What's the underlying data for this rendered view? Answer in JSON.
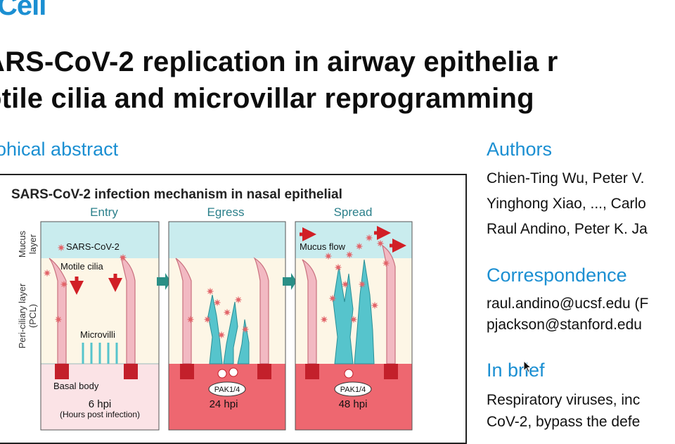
{
  "journal": {
    "logo_text": "Cell"
  },
  "title": {
    "line1": "ARS-CoV-2 replication in airway epithelia r",
    "line2": "otile cilia and microvillar reprogramming"
  },
  "graphical_abstract": {
    "heading": "ohical abstract",
    "figure_title": "SARS-CoV-2 infection mechanism in nasal epithelial",
    "panels": [
      {
        "stage": "Entry",
        "time": "6 hpi",
        "time_note": "(Hours post infection)"
      },
      {
        "stage": "Egress",
        "time": "24 hpi"
      },
      {
        "stage": "Spread",
        "time": "48 hpi"
      }
    ],
    "axis_labels": {
      "mucus": "Mucus layer",
      "mucus_l1": "Mucus",
      "mucus_l2": "layer",
      "pcl_l1": "Peri-ciliary layer",
      "pcl_l2": "(PCL)"
    },
    "labels": {
      "virus": "SARS-CoV-2",
      "cilia": "Motile cilia",
      "microvilli": "Microvilli",
      "basal": "Basal body",
      "mucus_flow": "Mucus flow",
      "kinase": "PAK1/4"
    },
    "colors": {
      "mucus": "#c9ecee",
      "pcl": "#fdf6e6",
      "cilia_fill": "#f2b9c2",
      "cilia_stroke": "#c9707e",
      "microvilli": "#56c4cc",
      "cell_body": "#ee6770",
      "basal_body": "#c3202b",
      "virus": "#e2656a",
      "arrow": "#d11f26",
      "step_arrow": "#2a8f86"
    }
  },
  "authors": {
    "heading": "Authors",
    "lines": [
      "Chien-Ting Wu, Peter V.",
      "Yinghong Xiao, ..., Carlo",
      "Raul Andino, Peter K. Ja"
    ]
  },
  "correspondence": {
    "heading": "Correspondence",
    "lines": [
      "raul.andino@ucsf.edu (F",
      "pjackson@stanford.edu"
    ]
  },
  "in_brief": {
    "heading": "In brief",
    "lines": [
      "Respiratory viruses, inc",
      "CoV-2, bypass the defe"
    ]
  }
}
